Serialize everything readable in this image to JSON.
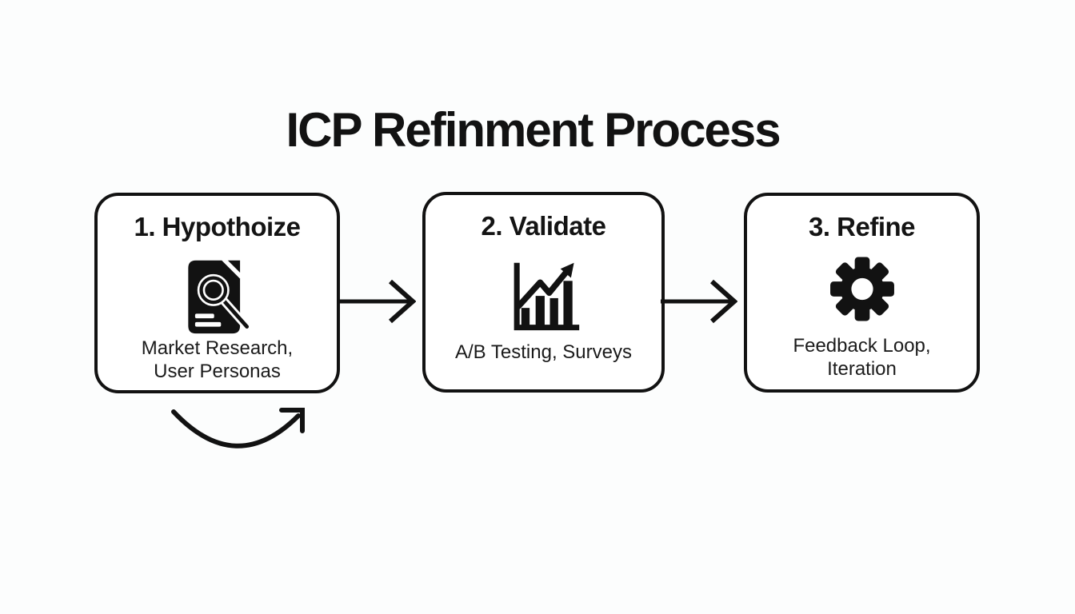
{
  "title": "ICP Refinment Process",
  "steps": [
    {
      "label": "1. Hypothoize",
      "caption_lines": [
        "Market Research,",
        "User Personas"
      ],
      "icon": "document-search-icon"
    },
    {
      "label": "2. Validate",
      "caption_lines": [
        "A/B Testing, Surveys"
      ],
      "icon": "bar-chart-growth-icon"
    },
    {
      "label": "3. Refine",
      "caption_lines": [
        "Feedback Loop,",
        "Iteration"
      ],
      "icon": "gear-icon"
    }
  ],
  "connectors": [
    {
      "name": "arrow-step1-to-step2",
      "type": "straight-right-arrow"
    },
    {
      "name": "arrow-step2-to-step3",
      "type": "straight-right-arrow"
    },
    {
      "name": "loop-back-arrow",
      "type": "curved-up-right-arrow"
    }
  ],
  "colors": {
    "background": "#fcfdfd",
    "box_background": "#ffffff",
    "stroke": "#121212",
    "caption_text": "#1b1b1b"
  }
}
